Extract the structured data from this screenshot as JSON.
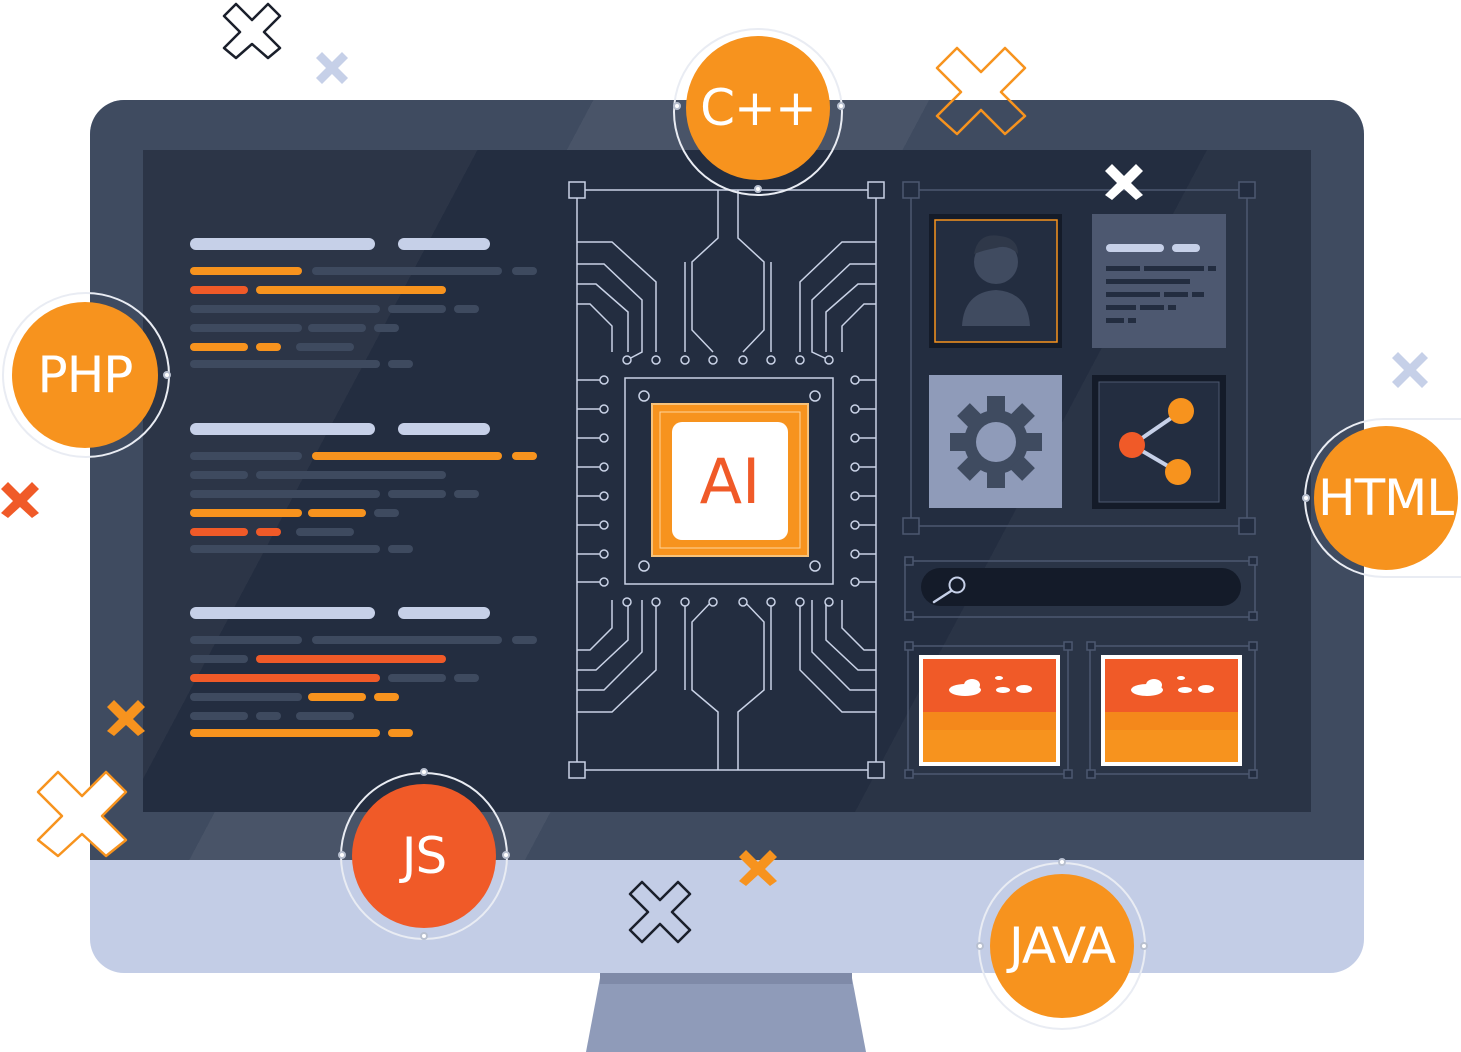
{
  "badges": {
    "cpp": "C++",
    "php": "PHP",
    "html": "HTML",
    "js": "JS",
    "java": "JAVA"
  },
  "chip": {
    "label": "AI"
  },
  "colors": {
    "orange": "#f7931e",
    "red": "#f05a28",
    "bezel": "#3f4b60",
    "screen": "#232d40",
    "stand": "#c3cde6"
  },
  "icons": {
    "profile": "user-avatar-icon",
    "settings": "gear-icon",
    "share": "share-icon",
    "search": "magnifier-icon",
    "images": "landscape-image-icon",
    "decorations": "x-cross-icon"
  }
}
